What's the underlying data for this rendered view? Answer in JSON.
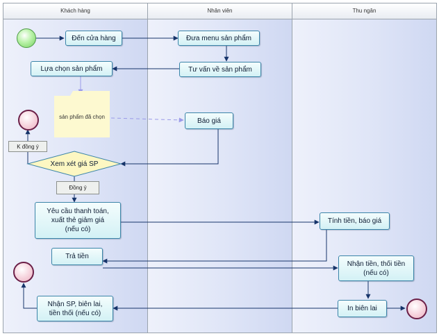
{
  "lanes": [
    {
      "title": "Khách hàng"
    },
    {
      "title": "Nhân viên"
    },
    {
      "title": "Thu ngân"
    }
  ],
  "nodes": {
    "den_cua_hang": "Đến cửa hàng",
    "dua_menu": "Đưa menu sản phẩm",
    "tu_van": "Tư vấn về sản phẩm",
    "lua_chon": "Lựa chọn sản phẩm",
    "san_pham_da_chon": "sản phẩm đã chọn",
    "bao_gia": "Báo giá",
    "xem_xet_gia": "Xem xét giá SP",
    "yeu_cau": "Yêu cầu thanh toán,\nxuất thẻ giảm giá\n(nếu có)",
    "tinh_tien": "Tính tiền, báo giá",
    "tra_tien": "Trả tiền",
    "nhan_tien": "Nhận tiền, thối tiền\n(nếu có)",
    "in_bien_lai": "In biên lai",
    "nhan_sp": "Nhận SP, biên lai,\ntiền thối (nếu có)"
  },
  "guards": {
    "k_dong_y": "K đồng ý",
    "dong_y": "Đồng ý"
  },
  "colors": {
    "arrow": "#16346a",
    "object_flow": "#9a9ae8",
    "node_border": "#3a84a8",
    "decision_fill": "#fdf7c2"
  }
}
